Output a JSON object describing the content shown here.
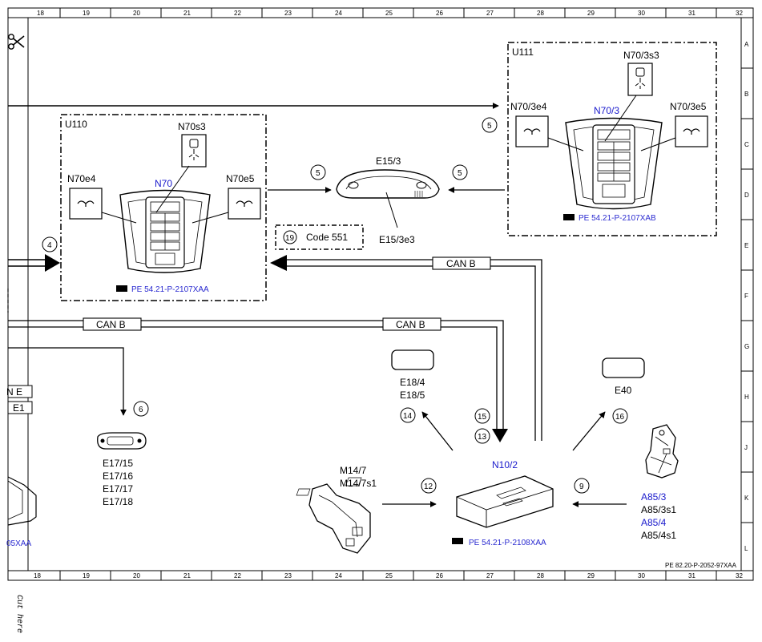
{
  "ruler": {
    "top": [
      "18",
      "19",
      "20",
      "21",
      "22",
      "23",
      "24",
      "25",
      "26",
      "27",
      "28",
      "29",
      "30",
      "31",
      "32"
    ],
    "bottom": [
      "18",
      "19",
      "20",
      "21",
      "22",
      "23",
      "24",
      "25",
      "26",
      "27",
      "28",
      "29",
      "30",
      "31",
      "32"
    ],
    "right_rows": [
      "A",
      "B",
      "C",
      "D",
      "E",
      "F",
      "G",
      "H",
      "J",
      "K",
      "L"
    ]
  },
  "cut_here": "Cut here",
  "doc_code": "PE 82.20-P-2052-97XAA",
  "groups": {
    "u110": "U110",
    "u111": "U111",
    "code551": "Code 551"
  },
  "labels": {
    "n70": "N70",
    "n70s3": "N70s3",
    "n70e4": "N70e4",
    "n70e5": "N70e5",
    "n70_3": "N70/3",
    "n70_3s3": "N70/3s3",
    "n70_3e4": "N70/3e4",
    "n70_3e5": "N70/3e5",
    "e15_3": "E15/3",
    "e15_3e3": "E15/3e3",
    "e18_4": "E18/4",
    "e18_5": "E18/5",
    "e40": "E40",
    "e17_15": "E17/15",
    "e17_16": "E17/16",
    "e17_17": "E17/17",
    "e17_18": "E17/18",
    "m14_7": "M14/7",
    "m14_7s1": "M14/7s1",
    "n10_2": "N10/2",
    "a85_3": "A85/3",
    "a85_3s1": "A85/3s1",
    "a85_4": "A85/4",
    "a85_4s1": "A85/4s1",
    "left_ne": "N E",
    "left_e1": "E1",
    "left_ref": "05XAA"
  },
  "refs": {
    "u110": "PE 54.21-P-2107XAA",
    "u111": "PE 54.21-P-2107XAB",
    "n10_2": "PE 54.21-P-2108XAA"
  },
  "buses": {
    "can_b_1": "CAN B",
    "can_b_2": "CAN B",
    "can_b_3": "CAN B"
  },
  "callouts": {
    "c4": "4",
    "c5a": "5",
    "c5b": "5",
    "c5c": "5",
    "c6": "6",
    "c9": "9",
    "c12": "12",
    "c13": "13",
    "c14": "14",
    "c15": "15",
    "c16": "16",
    "c19": "19"
  },
  "colors": {
    "component_blue": "#1a1acc",
    "line": "#000000"
  }
}
